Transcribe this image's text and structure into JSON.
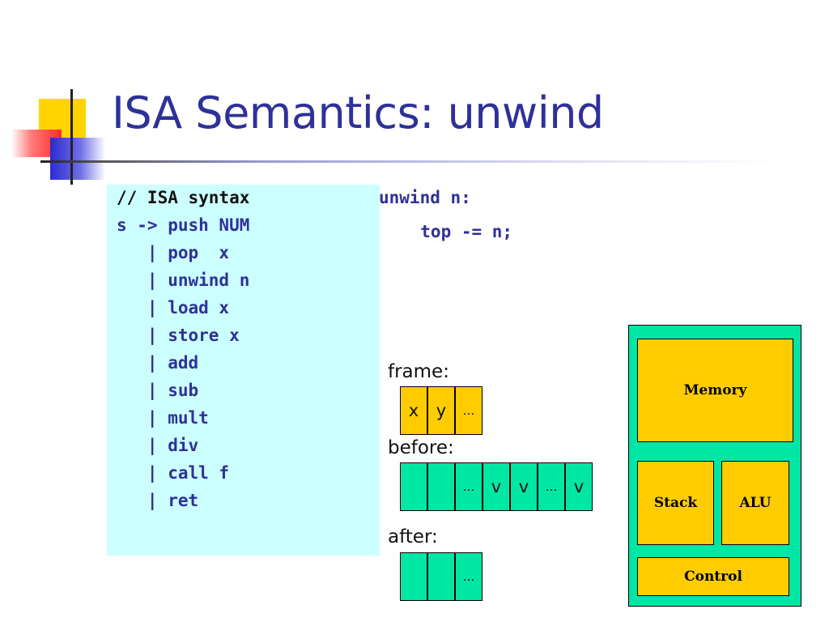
{
  "slide": {
    "title": "ISA Semantics: unwind"
  },
  "code": {
    "lines": [
      "// ISA syntax",
      "s -> push NUM",
      "   | pop  x",
      "   | unwind n",
      "   | load x",
      "   | store x",
      "   | add",
      "   | sub",
      "   | mult",
      "   | div",
      "   | call f",
      "   | ret"
    ]
  },
  "semantics": {
    "line1": "unwind n:",
    "line2": "  top -= n;"
  },
  "frame": {
    "label": "frame:",
    "cells": [
      "x",
      "y",
      "…"
    ]
  },
  "before": {
    "label": "before:",
    "cells": [
      "",
      "",
      "…",
      "v",
      "v",
      "…",
      "v"
    ]
  },
  "after": {
    "label": "after:",
    "cells": [
      "",
      "",
      "…"
    ]
  },
  "machine": {
    "memory": "Memory",
    "stack": "Stack",
    "alu": "ALU",
    "control": "Control"
  },
  "colors": {
    "title": "#2e3199",
    "code_bg": "#ccffff",
    "cell_yellow": "#ffcc00",
    "cell_teal": "#00e6a5",
    "machine_bg": "#00e6a5"
  }
}
